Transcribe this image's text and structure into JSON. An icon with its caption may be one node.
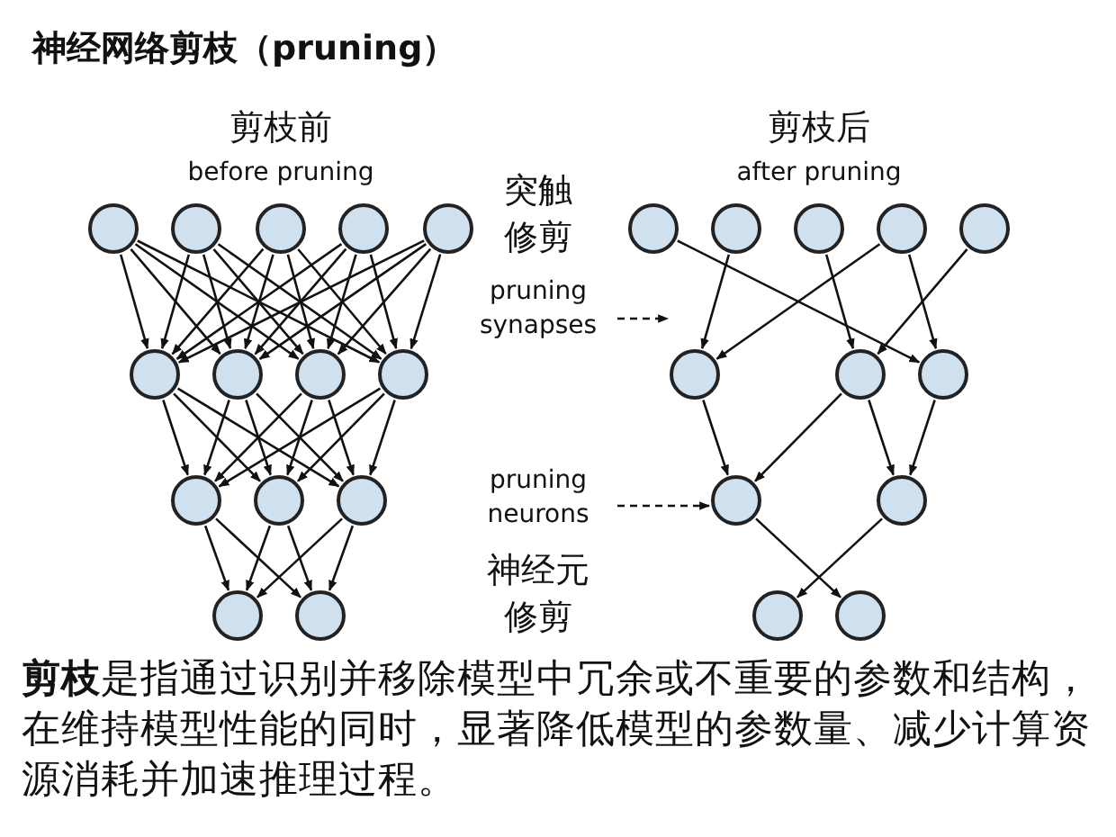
{
  "diagram": {
    "title": "神经网络剪枝（pruning）",
    "caption": "**剪枝**是指通过识别并移除模型中冗余或不重要的参数和结构，在维持模型性能的同时，显著降低模型的参数量、减少计算资源消耗并加速推理过程。",
    "nodes": [
      {
        "text": [],
        "shape": "circle"
      },
      {
        "text": [],
        "shape": "circle"
      },
      {
        "text": [],
        "shape": "circle"
      },
      {
        "text": [],
        "shape": "circle"
      },
      {
        "text": [],
        "shape": "circle"
      },
      {
        "text": [],
        "shape": "circle"
      },
      {
        "text": [],
        "shape": "circle"
      },
      {
        "text": [],
        "shape": "circle"
      },
      {
        "text": [],
        "shape": "circle"
      },
      {
        "text": [],
        "shape": "circle"
      },
      {
        "text": [],
        "shape": "circle"
      },
      {
        "text": [],
        "shape": "circle"
      },
      {
        "text": [],
        "shape": "circle"
      },
      {
        "text": [],
        "shape": "circle"
      },
      {
        "text": [],
        "shape": "circle"
      },
      {
        "text": [],
        "shape": "circle"
      },
      {
        "text": [],
        "shape": "circle"
      },
      {
        "text": [],
        "shape": "circle"
      },
      {
        "text": [],
        "shape": "circle"
      },
      {
        "text": [],
        "shape": "circle"
      },
      {
        "text": [],
        "shape": "circle"
      },
      {
        "text": [],
        "shape": "circle"
      },
      {
        "text": [],
        "shape": "circle"
      },
      {
        "text": [],
        "shape": "circle"
      },
      {
        "text": [],
        "shape": "circle"
      },
      {
        "text": [],
        "shape": "circle"
      },
      {
        "text": [
          "突触修剪",
          "pruning synapses"
        ]
      },
      {
        "text": [
          "pruning neurons",
          "神经元修剪"
        ]
      }
    ],
    "edges": [
      {
        "from": 0,
        "to": 5,
        "arrow": "to"
      },
      {
        "from": 0,
        "to": 6,
        "arrow": "to"
      },
      {
        "from": 0,
        "to": 7,
        "arrow": "to"
      },
      {
        "from": 0,
        "to": 8,
        "arrow": "to"
      },
      {
        "from": 1,
        "to": 5,
        "arrow": "to"
      },
      {
        "from": 1,
        "to": 6,
        "arrow": "to"
      },
      {
        "from": 1,
        "to": 7,
        "arrow": "to"
      },
      {
        "from": 1,
        "to": 8,
        "arrow": "to"
      },
      {
        "from": 2,
        "to": 5,
        "arrow": "to"
      },
      {
        "from": 2,
        "to": 6,
        "arrow": "to"
      },
      {
        "from": 2,
        "to": 7,
        "arrow": "to"
      },
      {
        "from": 2,
        "to": 8,
        "arrow": "to"
      },
      {
        "from": 3,
        "to": 5,
        "arrow": "to"
      },
      {
        "from": 3,
        "to": 6,
        "arrow": "to"
      },
      {
        "from": 3,
        "to": 7,
        "arrow": "to"
      },
      {
        "from": 3,
        "to": 8,
        "arrow": "to"
      },
      {
        "from": 4,
        "to": 5,
        "arrow": "to"
      },
      {
        "from": 4,
        "to": 6,
        "arrow": "to"
      },
      {
        "from": 4,
        "to": 7,
        "arrow": "to"
      },
      {
        "from": 4,
        "to": 8,
        "arrow": "to"
      },
      {
        "from": 5,
        "to": 9,
        "arrow": "to"
      },
      {
        "from": 5,
        "to": 10,
        "arrow": "to"
      },
      {
        "from": 5,
        "to": 11,
        "arrow": "to"
      },
      {
        "from": 6,
        "to": 9,
        "arrow": "to"
      },
      {
        "from": 6,
        "to": 10,
        "arrow": "to"
      },
      {
        "from": 6,
        "to": 11,
        "arrow": "to"
      },
      {
        "from": 7,
        "to": 9,
        "arrow": "to"
      },
      {
        "from": 7,
        "to": 10,
        "arrow": "to"
      },
      {
        "from": 7,
        "to": 11,
        "arrow": "to"
      },
      {
        "from": 8,
        "to": 9,
        "arrow": "to"
      },
      {
        "from": 8,
        "to": 10,
        "arrow": "to"
      },
      {
        "from": 8,
        "to": 11,
        "arrow": "to"
      },
      {
        "from": 9,
        "to": 12,
        "arrow": "to"
      },
      {
        "from": 9,
        "to": 13,
        "arrow": "to"
      },
      {
        "from": 10,
        "to": 12,
        "arrow": "to"
      },
      {
        "from": 10,
        "to": 13,
        "arrow": "to"
      },
      {
        "from": 11,
        "to": 12,
        "arrow": "to"
      },
      {
        "from": 11,
        "to": 13,
        "arrow": "to"
      },
      {
        "from": 14,
        "to": 21,
        "arrow": "to"
      },
      {
        "from": 15,
        "to": 19,
        "arrow": "to"
      },
      {
        "from": 16,
        "to": 20,
        "arrow": "to"
      },
      {
        "from": 17,
        "to": 19,
        "arrow": "to"
      },
      {
        "from": 17,
        "to": 21,
        "arrow": "to"
      },
      {
        "from": 18,
        "to": 20,
        "arrow": "to"
      },
      {
        "from": 19,
        "to": 22,
        "arrow": "to"
      },
      {
        "from": 20,
        "to": 22,
        "arrow": "to"
      },
      {
        "from": 20,
        "to": 23,
        "arrow": "to"
      },
      {
        "from": 21,
        "to": 23,
        "arrow": "to"
      },
      {
        "from": 22,
        "to": 25,
        "arrow": "to"
      },
      {
        "from": 23,
        "to": 24,
        "arrow": "to"
      },
      {
        "from": 26,
        "to": 19,
        "arrow": "to",
        "style": "dashed"
      },
      {
        "from": 27,
        "to": 22,
        "arrow": "to",
        "style": "dashed"
      }
    ],
    "labels": [
      "剪枝前",
      "before pruning",
      "剪枝后",
      "after pruning"
    ]
  }
}
